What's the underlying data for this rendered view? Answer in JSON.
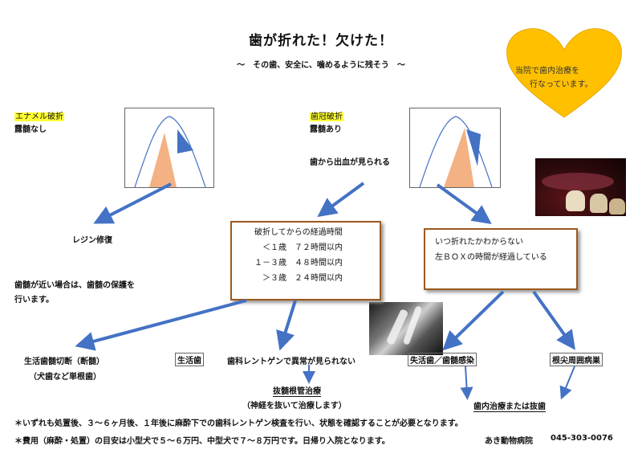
{
  "title": "歯が折れた！欠けた！",
  "subtitle": "～　その歯、安全に、噛めるように残そう　～",
  "heart": {
    "color": "#ffc000",
    "line1": "当院で歯内治療を",
    "line2": "行なっています。"
  },
  "enamel": {
    "label": "エナメル破折",
    "sub": "露髄なし",
    "result": "レジン修復"
  },
  "crown": {
    "label": "歯冠破折",
    "sub": "露髄あり",
    "bleeding": "歯から出血が見られる"
  },
  "near_pulp": {
    "line1": "歯髄が近い場合は、歯髄の保護を",
    "line2": "行います。"
  },
  "elapsed_box": {
    "title": "破折してからの経過時間",
    "rows": [
      "＜１歳　７２時間以内",
      "１－３歳　４８時間以内",
      "＞３歳　２４時間以内"
    ]
  },
  "unknown_box": {
    "line1": "いつ折れたかわからない",
    "line2": "左ＢＯＸの時間が経過している"
  },
  "outcomes": {
    "pulpotomy": "生活歯髄切断（断髄）",
    "pulpotomy_sub": "（犬歯など単根歯）",
    "vital": "生活歯",
    "xray_abnormal": "歯科レントゲンで異常が見られない",
    "nonvital": "失活歯／歯髄感染",
    "periapical": "根尖周囲病巣",
    "rct": "抜髄根管治療",
    "rct_sub": "（神経を抜いて治療します）",
    "endo_or_extract": "歯内治療または抜歯"
  },
  "notes": {
    "line1": "＊いずれも処置後、３～６ヶ月後、１年後に麻酔下での歯科レントゲン検査を行い、状態を確認することが必要となります。",
    "line2": "＊費用（麻酔・処置）の目安は小型犬で５～６万円、中型犬で７～８万円です。日帰り入院となります。",
    "clinic": "あき動物病院",
    "phone": "045-303-0076"
  },
  "colors": {
    "arrow": "#4472c4",
    "box_border": "#9c5a1f",
    "highlight": "#ffff33",
    "tooth_blue": "#4472c4",
    "tooth_pulp": "#f4b183"
  }
}
